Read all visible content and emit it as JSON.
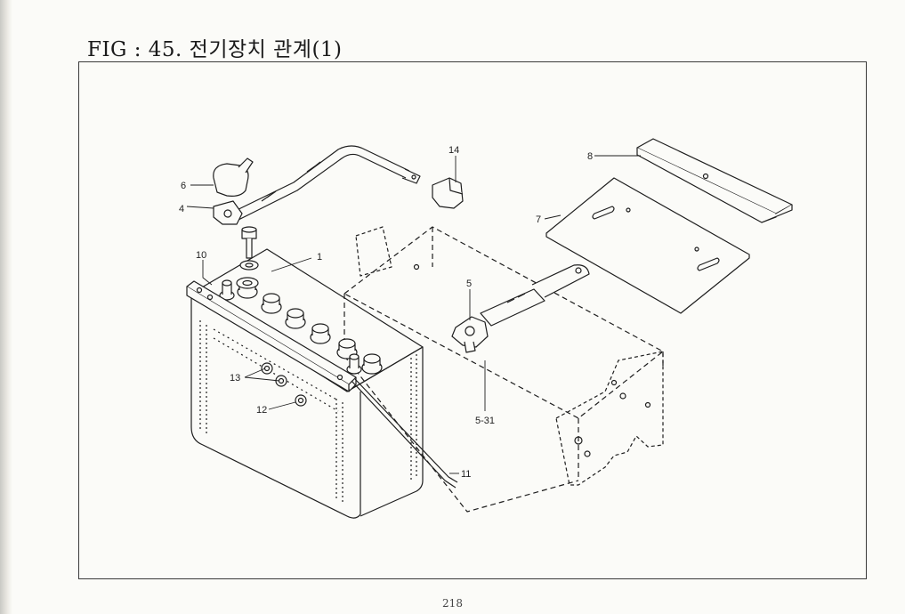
{
  "document": {
    "title": "FIG : 45. 전기장치 관계(1)",
    "page_number": "218"
  },
  "callouts": {
    "c1": "1",
    "c4": "4",
    "c5": "5",
    "c5_31": "5-31",
    "c6": "6",
    "c7": "7",
    "c8": "8",
    "c10": "10",
    "c11": "11",
    "c12": "12",
    "c13": "13",
    "c14": "14"
  }
}
